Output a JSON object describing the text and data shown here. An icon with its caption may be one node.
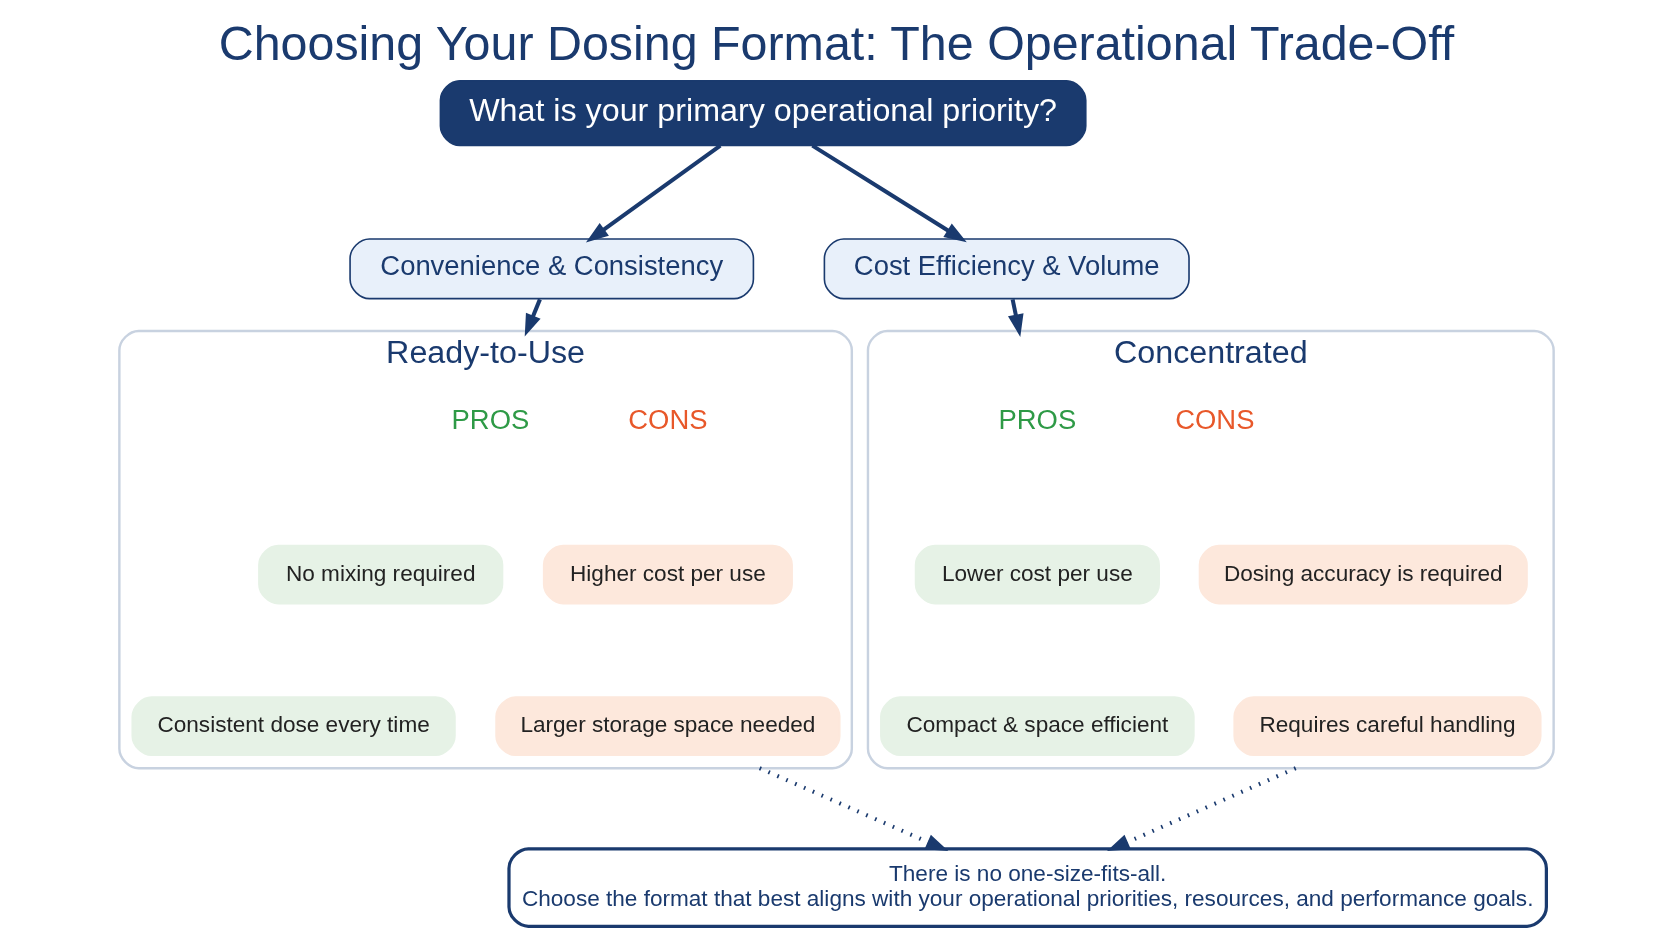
{
  "diagram": {
    "title": "Choosing Your Dosing Format: The Operational Trade-Off",
    "nodes": [
      {
        "text": [
          "What is your primary operational priority?"
        ]
      },
      {
        "text": [
          "Convenience & Consistency"
        ]
      },
      {
        "text": [
          "Cost Efficiency & Volume"
        ]
      },
      {
        "text": [
          "Ready-to-Use"
        ]
      },
      {
        "text": [
          "PROS"
        ],
        "in": 3
      },
      {
        "text": [
          "No mixing required"
        ],
        "in": 3
      },
      {
        "text": [
          "Consistent dose every time"
        ],
        "in": 3
      },
      {
        "text": [
          "CONS"
        ],
        "in": 3
      },
      {
        "text": [
          "Higher cost per use"
        ],
        "in": 3
      },
      {
        "text": [
          "Larger storage space needed"
        ],
        "in": 3
      },
      {
        "text": [
          "Concentrated"
        ]
      },
      {
        "text": [
          "PROS"
        ],
        "in": 10
      },
      {
        "text": [
          "Lower cost per use"
        ],
        "in": 10
      },
      {
        "text": [
          "Compact & space efficient"
        ],
        "in": 10
      },
      {
        "text": [
          "CONS"
        ],
        "in": 10
      },
      {
        "text": [
          "Dosing accuracy is required"
        ],
        "in": 10
      },
      {
        "text": [
          "Requires careful handling"
        ],
        "in": 10
      },
      {
        "text": [
          "There is no one-size-fits-all.",
          "Choose the format that best aligns with your operational priorities, resources, and performance goals."
        ]
      }
    ],
    "edges": [
      {
        "from": 0,
        "to": 1,
        "arrow": "to"
      },
      {
        "from": 0,
        "to": 2,
        "arrow": "to"
      },
      {
        "from": 1,
        "to": 3,
        "arrow": "to"
      },
      {
        "from": 2,
        "to": 10,
        "arrow": "to"
      },
      {
        "from": 3,
        "to": 17,
        "arrow": "to",
        "style": "dashed"
      },
      {
        "from": 10,
        "to": 17,
        "arrow": "to",
        "style": "dashed"
      }
    ]
  }
}
